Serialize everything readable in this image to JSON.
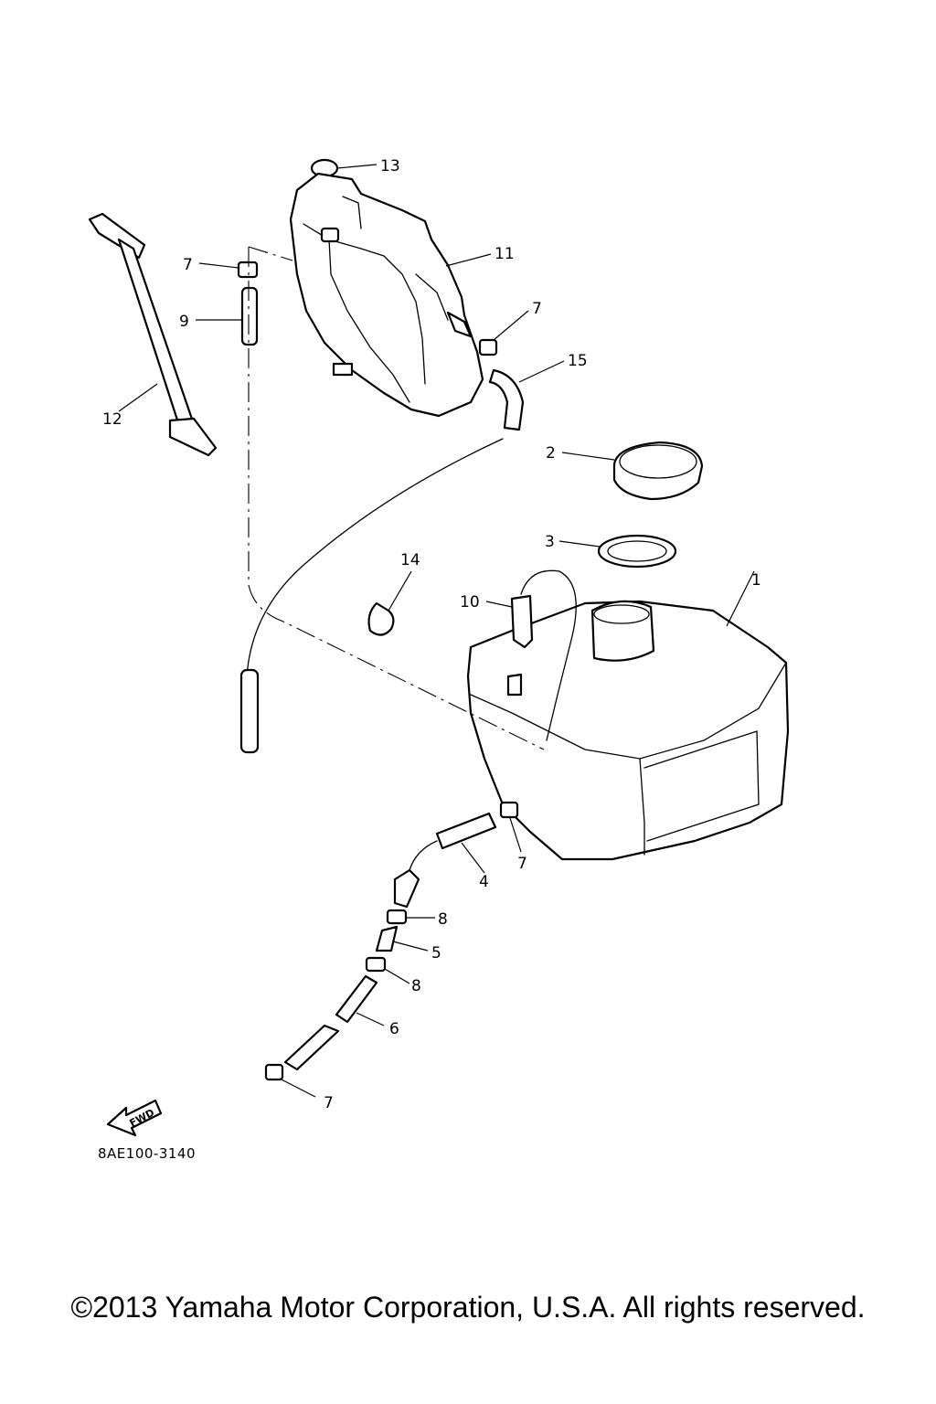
{
  "callouts": {
    "c1": "1",
    "c2": "2",
    "c3": "3",
    "c4": "4",
    "c5": "5",
    "c6": "6",
    "c7a": "7",
    "c7b": "7",
    "c7c": "7",
    "c7d": "7",
    "c8a": "8",
    "c8b": "8",
    "c9": "9",
    "c10": "10",
    "c11": "11",
    "c12": "12",
    "c13": "13",
    "c14": "14",
    "c15": "15"
  },
  "fwd_label": "FWD",
  "diagram_code": "8AE100-3140",
  "copyright": "©2013 Yamaha Motor Corporation, U.S.A. All rights reserved."
}
